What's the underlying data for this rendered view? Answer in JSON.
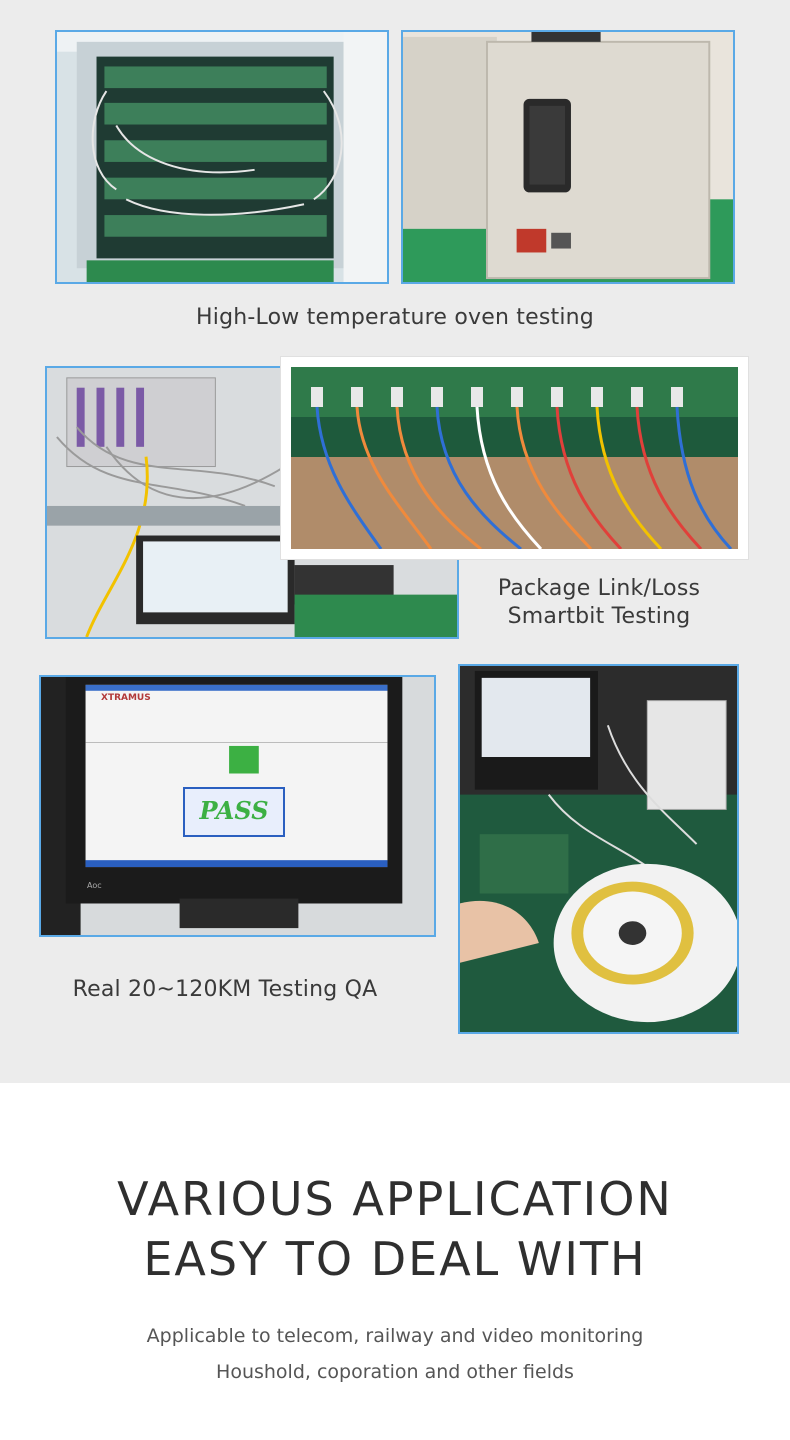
{
  "captions": {
    "oven": "High-Low temperature oven testing",
    "smartbit_line1": "Package Link/Loss",
    "smartbit_line2": "Smartbit Testing",
    "km_test": "Real 20~120KM Testing QA"
  },
  "screen": {
    "brand": "XTRAMUS",
    "pass": "PASS",
    "monitor_brand": "Aoc"
  },
  "headline": {
    "line1": "VARIOUS APPLICATION",
    "line2": "EASY TO DEAL WITH"
  },
  "subtext": {
    "line1": "Applicable to telecom, railway and video monitoring",
    "line2": "Houshold, coporation and other fields"
  },
  "colors": {
    "frame": "#5aa9e6",
    "background_gray": "#ececec",
    "pcb_green": "#2f7a4a",
    "pass_green": "#3cb043"
  }
}
